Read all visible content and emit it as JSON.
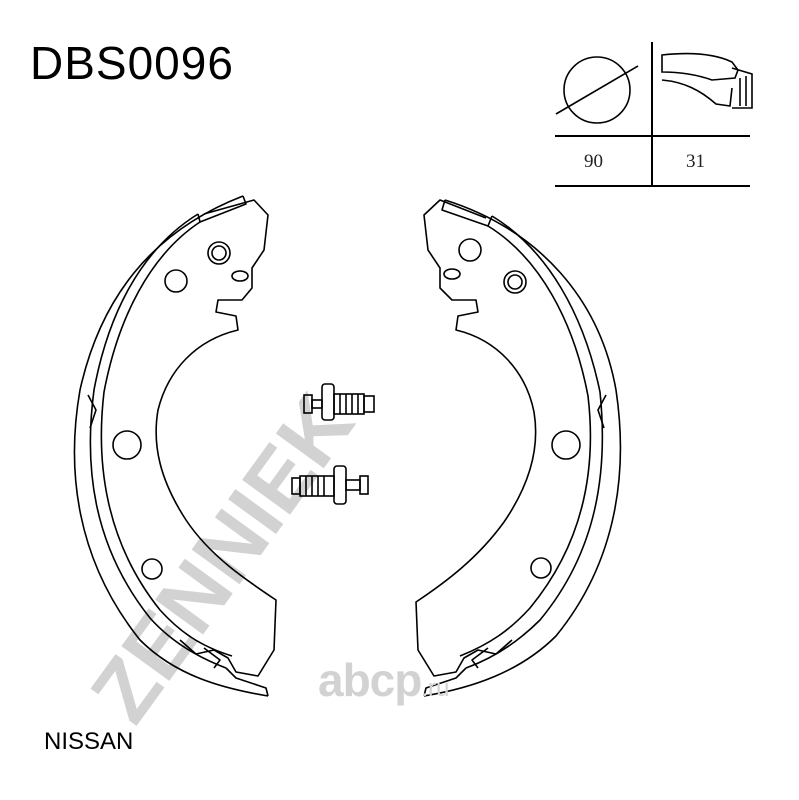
{
  "part_number": "DBS0096",
  "manufacturer": "NISSAN",
  "dimensions": {
    "diameter_icon": "diameter-icon",
    "shoe_icon": "brake-shoe-profile-icon",
    "diameter": "90",
    "width": "31"
  },
  "watermarks": {
    "diagonal_brand": "ZENNIEK",
    "site_name": "abcp",
    "site_tld": ".ru"
  },
  "colors": {
    "line": "#000000",
    "watermark": "#d2d2d2",
    "background": "#ffffff"
  }
}
